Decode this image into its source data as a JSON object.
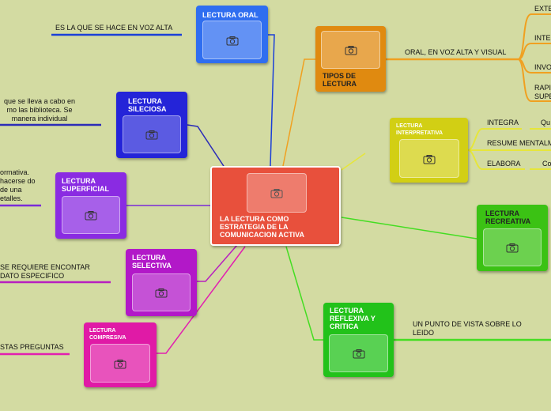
{
  "central": {
    "title": "LA LECTURA COMO ESTRATEGIA DE LA COMUNICACION ACTIVA"
  },
  "nodes": {
    "lectura_oral": {
      "title": "LECTURA ORAL",
      "note": "ES LA QUE SE HACE EN VOZ ALTA"
    },
    "lectura_silenciosa": {
      "title": "LECTURA SILECIOSA",
      "note": "que se lleva a cabo en mo las biblioteca. Se manera individual"
    },
    "lectura_superficial": {
      "title": "LECTURA SUPERFICIAL",
      "note": "ormativa. hacerse do de una etalles."
    },
    "lectura_selectiva": {
      "title": "LECTURA SELECTIVA",
      "note": "SE REQUIERE ENCONTAR DATO ESPECIFICO"
    },
    "lectura_compresiva": {
      "title": "LECTURA COMPRESIVA",
      "note": "STAS PREGUNTAS"
    },
    "tipos_de_lectura": {
      "title": "TIPOS DE LECTURA",
      "note": "ORAL, EN VOZ ALTA Y VISUAL"
    },
    "lectura_interpretativa": {
      "title": "LECTURA INTERPRETATIVA",
      "items": [
        "INTEGRA",
        "RESUME MENTALM",
        "ELABORA"
      ],
      "item_notes": [
        "Qu",
        "Co"
      ]
    },
    "lectura_recreativa": {
      "title": "LECTURA RECREATIVA"
    },
    "lectura_reflexiva": {
      "title": "LECTURA REFLEXIVA Y CRITICA",
      "note": "UN PUNTO DE VISTA SOBRE LO LEIDO"
    }
  },
  "tipos_branches": [
    "EXTE",
    "INTE",
    "INVO",
    "RAPI SUPE"
  ]
}
